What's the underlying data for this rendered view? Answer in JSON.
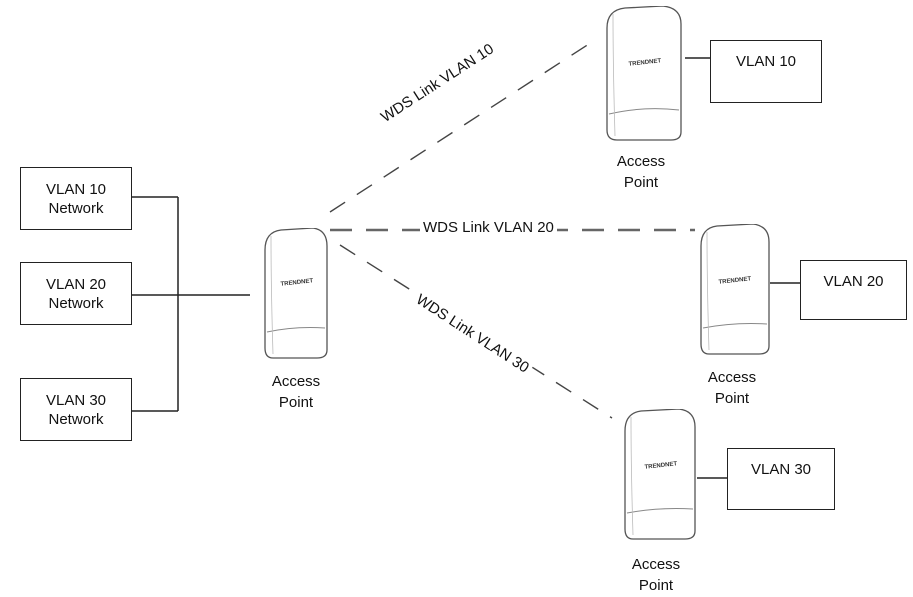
{
  "networks": [
    {
      "line1": "VLAN 10",
      "line2": "Network"
    },
    {
      "line1": "VLAN  20",
      "line2": "Network"
    },
    {
      "line1": "VLAN 30",
      "line2": "Network"
    }
  ],
  "access_points": [
    {
      "line1": "Access",
      "line2": "Point"
    },
    {
      "line1": "Access",
      "line2": "Point"
    },
    {
      "line1": "Access",
      "line2": "Point"
    },
    {
      "line1": "Access",
      "line2": "Point"
    }
  ],
  "remote_vlans": [
    "VLAN 10",
    "VLAN  20",
    "VLAN 30"
  ],
  "wds_links": [
    "WDS Link VLAN 10",
    "WDS Link VLAN 20",
    "WDS Link VLAN 30"
  ],
  "device_logo": "TRENDNET",
  "colors": {
    "line": "#222222",
    "dash": "#555555",
    "device_fill": "#ffffff",
    "device_stroke": "#555555"
  }
}
